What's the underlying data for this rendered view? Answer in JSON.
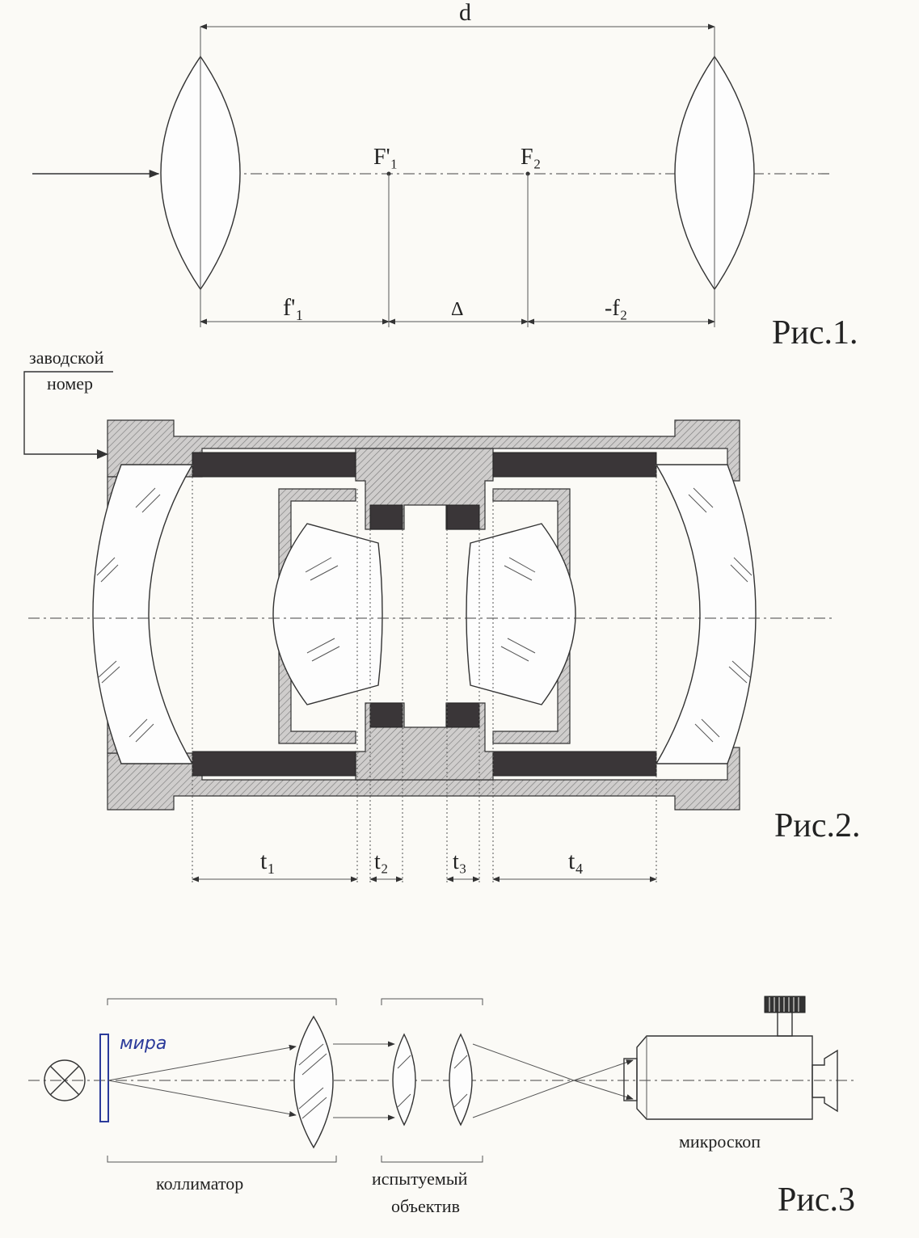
{
  "fig1": {
    "label_d": "d",
    "label_F1": "F'₁",
    "label_F2": "F₂",
    "label_f1": "f'₁",
    "label_delta": "Δ",
    "label_f2": "-f₂",
    "caption": "Рис.1."
  },
  "fig2": {
    "serial_label_line1": "заводской",
    "serial_label_line2": "номер",
    "t1": "t₁",
    "t2": "t₂",
    "t3": "t₃",
    "t4": "t₄",
    "caption": "Рис.2."
  },
  "fig3": {
    "handwritten": "мира",
    "collimator": "коллиматор",
    "test_lens_line1": "испытуемый",
    "test_lens_line2": "объектив",
    "microscope": "микроскоп",
    "caption": "Рис.3"
  }
}
